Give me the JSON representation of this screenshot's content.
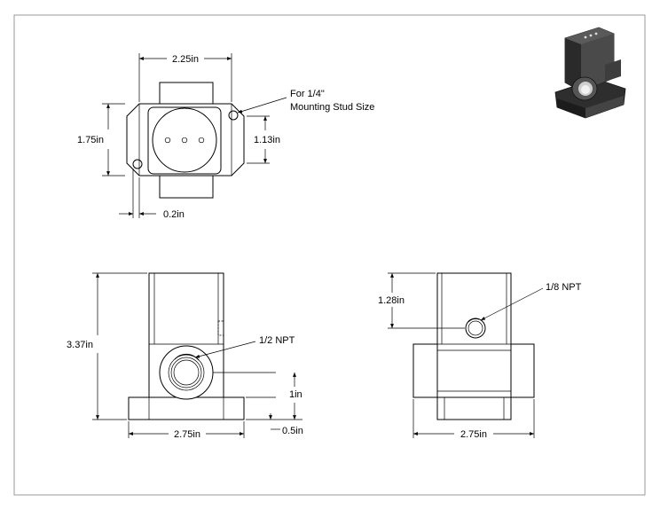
{
  "views": {
    "top": {
      "width_label": "2.25in",
      "height_label": "1.75in",
      "inner_height_label": "1.13in",
      "edge_offset_label": "0.2in",
      "note_line1": "For 1/4\"",
      "note_line2": "Mounting Stud Size"
    },
    "front": {
      "height_label": "3.37in",
      "port_label": "1/2 NPT",
      "port_center_label": "1in",
      "base_height_label": "0.5in",
      "width_label": "2.75in"
    },
    "side": {
      "port_height_label": "1.28in",
      "port_label": "1/8 NPT",
      "width_label": "2.75in"
    }
  },
  "colors": {
    "line": "#000000",
    "frame": "#999999",
    "iso_body": "#3a3a3a"
  }
}
